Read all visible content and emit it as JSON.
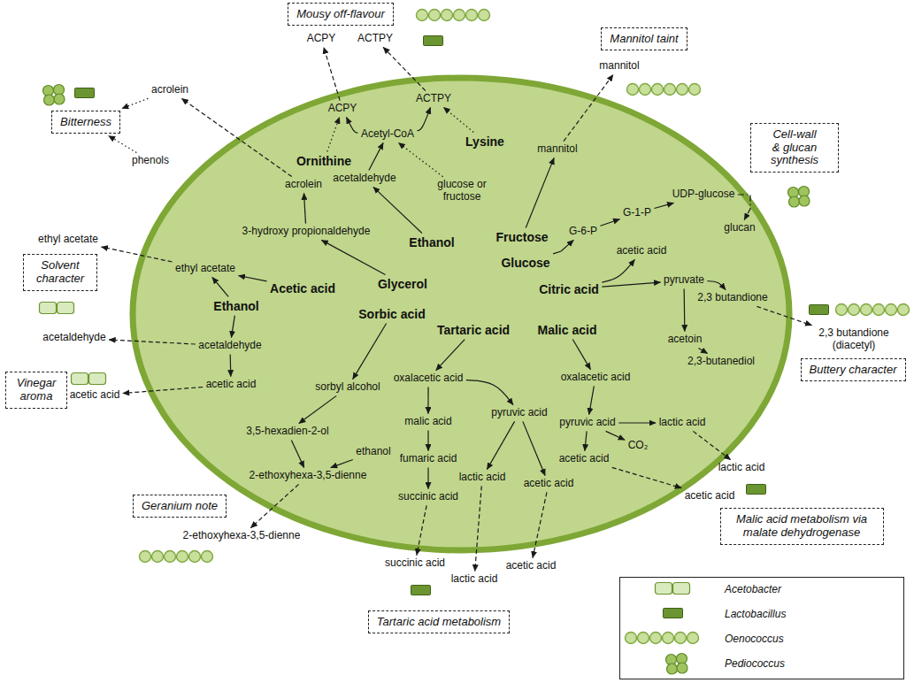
{
  "diagram": {
    "nodes": [
      {
        "text": [
          "Mousy off-flavour"
        ]
      },
      {
        "text": [
          "ACPY"
        ]
      },
      {
        "text": [
          "ACTPY"
        ]
      },
      {
        "text": [
          "Mannitol taint"
        ]
      },
      {
        "text": [
          "mannitol"
        ]
      },
      {
        "text": [
          "Bitterness"
        ]
      },
      {
        "text": [
          "acrolein"
        ]
      },
      {
        "text": [
          "phenols"
        ]
      },
      {
        "text": [
          "Cell-wall & glucan synthesis"
        ]
      },
      {
        "text": [
          "ACPY"
        ]
      },
      {
        "text": [
          "Acetyl-CoA"
        ]
      },
      {
        "text": [
          "ACTPY"
        ]
      },
      {
        "text": [
          "Ornithine"
        ]
      },
      {
        "text": [
          "Lysine"
        ]
      },
      {
        "text": [
          "acetaldehyde"
        ]
      },
      {
        "text": [
          "glucose or fructose"
        ]
      },
      {
        "text": [
          "acrolein"
        ]
      },
      {
        "text": [
          "mannitol"
        ]
      },
      {
        "text": [
          "UDP-glucose"
        ]
      },
      {
        "text": [
          "G-1-P"
        ]
      },
      {
        "text": [
          "glucan"
        ]
      },
      {
        "text": [
          "3-hydroxy propionaldehyde"
        ]
      },
      {
        "text": [
          "Ethanol"
        ]
      },
      {
        "text": [
          "Fructose"
        ]
      },
      {
        "text": [
          "G-6-P"
        ]
      },
      {
        "text": [
          "ethyl acetate"
        ]
      },
      {
        "text": [
          "Solvent character"
        ]
      },
      {
        "text": [
          "ethyl acetate"
        ]
      },
      {
        "text": [
          "Acetic acid"
        ]
      },
      {
        "text": [
          "Glycerol"
        ]
      },
      {
        "text": [
          "Glucose"
        ]
      },
      {
        "text": [
          "acetic acid"
        ]
      },
      {
        "text": [
          "Citric acid"
        ]
      },
      {
        "text": [
          "pyruvate"
        ]
      },
      {
        "text": [
          "2,3 butandione"
        ]
      },
      {
        "text": [
          "Ethanol"
        ]
      },
      {
        "text": [
          "Sorbic acid"
        ]
      },
      {
        "text": [
          "Tartaric acid"
        ]
      },
      {
        "text": [
          "Malic acid"
        ]
      },
      {
        "text": [
          "2,3 butandione (diacetyl)"
        ]
      },
      {
        "text": [
          "acetaldehyde"
        ]
      },
      {
        "text": [
          "acetaldehyde"
        ]
      },
      {
        "text": [
          "acetoin"
        ]
      },
      {
        "text": [
          "2,3-butanediol"
        ]
      },
      {
        "text": [
          "Buttery character"
        ]
      },
      {
        "text": [
          "Vinegar aroma"
        ]
      },
      {
        "text": [
          "acetic acid"
        ]
      },
      {
        "text": [
          "acetic acid"
        ]
      },
      {
        "text": [
          "sorbyl alcohol"
        ]
      },
      {
        "text": [
          "oxalacetic acid"
        ]
      },
      {
        "text": [
          "oxalacetic acid"
        ]
      },
      {
        "text": [
          "pyruvic acid"
        ]
      },
      {
        "text": [
          "malic acid"
        ]
      },
      {
        "text": [
          "pyruvic acid"
        ]
      },
      {
        "text": [
          "lactic acid"
        ]
      },
      {
        "text": [
          "3,5-hexadien-2-ol"
        ]
      },
      {
        "text": [
          "CO₂"
        ]
      },
      {
        "text": [
          "ethanol"
        ]
      },
      {
        "text": [
          "fumaric acid"
        ]
      },
      {
        "text": [
          "acetic acid"
        ]
      },
      {
        "text": [
          "lactic acid"
        ]
      },
      {
        "text": [
          "2-ethoxyhexa-3,5-dienne"
        ]
      },
      {
        "text": [
          "lactic acid"
        ]
      },
      {
        "text": [
          "acetic acid"
        ]
      },
      {
        "text": [
          "acetic acid"
        ]
      },
      {
        "text": [
          "succinic acid"
        ]
      },
      {
        "text": [
          "Geranium note"
        ]
      },
      {
        "text": [
          "Malic acid metabolism via malate dehydrogenase"
        ]
      },
      {
        "text": [
          "2-ethoxyhexa-3,5-dienne"
        ]
      },
      {
        "text": [
          "succinic acid"
        ]
      },
      {
        "text": [
          "acetic acid"
        ]
      },
      {
        "text": [
          "lactic acid"
        ]
      },
      {
        "text": [
          "Tartaric acid metabolism"
        ]
      }
    ],
    "edges": [
      {
        "from": 12,
        "to": 9,
        "arrow": "to"
      },
      {
        "from": 10,
        "to": 9,
        "arrow": "to"
      },
      {
        "from": 10,
        "to": 11,
        "arrow": "to"
      },
      {
        "from": 13,
        "to": 11,
        "arrow": "to"
      },
      {
        "from": 14,
        "to": 10,
        "arrow": "to"
      },
      {
        "from": 15,
        "to": 10,
        "arrow": "to"
      },
      {
        "from": 22,
        "to": 14,
        "arrow": "to"
      },
      {
        "from": 9,
        "to": 1,
        "arrow": "to"
      },
      {
        "from": 11,
        "to": 2,
        "arrow": "to"
      },
      {
        "from": 29,
        "to": 21,
        "arrow": "to"
      },
      {
        "from": 21,
        "to": 16,
        "arrow": "to"
      },
      {
        "from": 16,
        "to": 6,
        "arrow": "to"
      },
      {
        "from": 6,
        "to": 5,
        "arrow": "to"
      },
      {
        "from": 7,
        "to": 5,
        "arrow": "to"
      },
      {
        "from": 28,
        "to": 27,
        "arrow": "to"
      },
      {
        "from": 35,
        "to": 27,
        "arrow": "to"
      },
      {
        "from": 27,
        "to": 25,
        "arrow": "to"
      },
      {
        "from": 35,
        "to": 41,
        "arrow": "to"
      },
      {
        "from": 41,
        "to": 40,
        "arrow": "to"
      },
      {
        "from": 41,
        "to": 47,
        "arrow": "to"
      },
      {
        "from": 47,
        "to": 46,
        "arrow": "to"
      },
      {
        "from": 36,
        "to": 48,
        "arrow": "to"
      },
      {
        "from": 48,
        "to": 55,
        "arrow": "to"
      },
      {
        "from": 55,
        "to": 61,
        "arrow": "to"
      },
      {
        "from": 57,
        "to": 61,
        "arrow": "to"
      },
      {
        "from": 61,
        "to": 68,
        "arrow": "to"
      },
      {
        "from": 37,
        "to": 49,
        "arrow": "to"
      },
      {
        "from": 49,
        "to": 52,
        "arrow": "to"
      },
      {
        "from": 52,
        "to": 58,
        "arrow": "to"
      },
      {
        "from": 58,
        "to": 65,
        "arrow": "to"
      },
      {
        "from": 65,
        "to": 69,
        "arrow": "to"
      },
      {
        "from": 49,
        "to": 51,
        "arrow": "to"
      },
      {
        "from": 51,
        "to": 62,
        "arrow": "to"
      },
      {
        "from": 51,
        "to": 63,
        "arrow": "to"
      },
      {
        "from": 62,
        "to": 71,
        "arrow": "to"
      },
      {
        "from": 63,
        "to": 70,
        "arrow": "to"
      },
      {
        "from": 38,
        "to": 50,
        "arrow": "to"
      },
      {
        "from": 50,
        "to": 53,
        "arrow": "to"
      },
      {
        "from": 53,
        "to": 54,
        "arrow": "to"
      },
      {
        "from": 54,
        "to": 60,
        "arrow": "to"
      },
      {
        "from": 53,
        "to": 56,
        "arrow": "to"
      },
      {
        "from": 53,
        "to": 59,
        "arrow": "to"
      },
      {
        "from": 59,
        "to": 64,
        "arrow": "to"
      },
      {
        "from": 32,
        "to": 31,
        "arrow": "to"
      },
      {
        "from": 32,
        "to": 33,
        "arrow": "to"
      },
      {
        "from": 33,
        "to": 34,
        "arrow": "to"
      },
      {
        "from": 33,
        "to": 42,
        "arrow": "to"
      },
      {
        "from": 42,
        "to": 43,
        "arrow": "to"
      },
      {
        "from": 34,
        "to": 39,
        "arrow": "to"
      },
      {
        "from": 23,
        "to": 17,
        "arrow": "to"
      },
      {
        "from": 17,
        "to": 4,
        "arrow": "to"
      },
      {
        "from": 30,
        "to": 24,
        "arrow": "to"
      },
      {
        "from": 24,
        "to": 19,
        "arrow": "to"
      },
      {
        "from": 19,
        "to": 18,
        "arrow": "to"
      },
      {
        "from": 18,
        "to": 20,
        "arrow": "to"
      }
    ],
    "legend": [
      {
        "text": "Acetobacter"
      },
      {
        "text": "Lactobacillus"
      },
      {
        "text": "Oenococcus"
      },
      {
        "text": "Pediococcus"
      }
    ]
  }
}
